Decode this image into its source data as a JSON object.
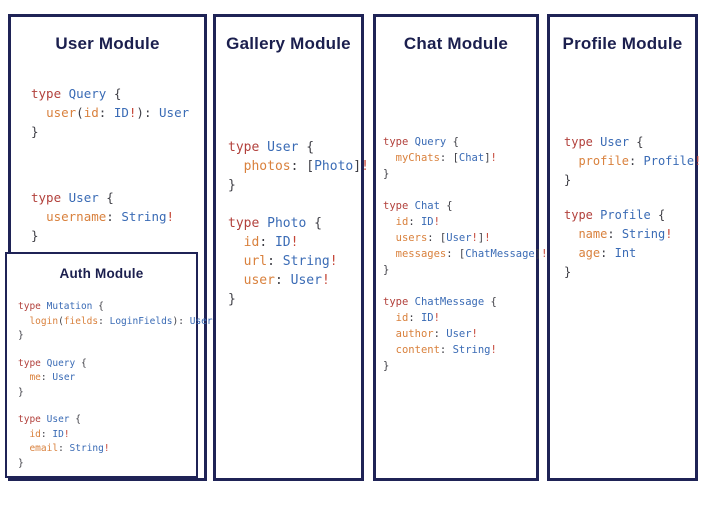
{
  "palette": {
    "border": "#1f2356",
    "title": "#1b1f4e",
    "keyword": "#b2413c",
    "type_name": "#3a6bb5",
    "field_name": "#d9813d",
    "bang": "#c44536",
    "punctuation": "#3f3f46"
  },
  "panels": [
    {
      "title": "User Module",
      "blocks": [
        [
          "type Query {",
          "  user(id: ID!): User",
          "}"
        ],
        [
          "type User {",
          "  username: String!",
          "}"
        ]
      ],
      "sub_panel": {
        "title": "Auth Module",
        "blocks": [
          [
            "type Mutation {",
            "  login(fields: LoginFields): User",
            "}"
          ],
          [
            "type Query {",
            "  me: User",
            "}"
          ],
          [
            "type User {",
            "  id: ID!",
            "  email: String!",
            "}"
          ]
        ]
      }
    },
    {
      "title": "Gallery Module",
      "blocks": [
        [
          "type User {",
          "  photos: [Photo]!",
          "}"
        ],
        [
          "type Photo {",
          "  id: ID!",
          "  url: String!",
          "  user: User!",
          "}"
        ]
      ]
    },
    {
      "title": "Chat Module",
      "blocks": [
        [
          "type Query {",
          "  myChats: [Chat]!",
          "}"
        ],
        [
          "type Chat {",
          "  id: ID!",
          "  users: [User!]!",
          "  messages: [ChatMessage]!",
          "}"
        ],
        [
          "type ChatMessage {",
          "  id: ID!",
          "  author: User!",
          "  content: String!",
          "}"
        ]
      ]
    },
    {
      "title": "Profile Module",
      "blocks": [
        [
          "type User {",
          "  profile: Profile!",
          "}"
        ],
        [
          "type Profile {",
          "  name: String!",
          "  age: Int",
          "}"
        ]
      ]
    }
  ]
}
